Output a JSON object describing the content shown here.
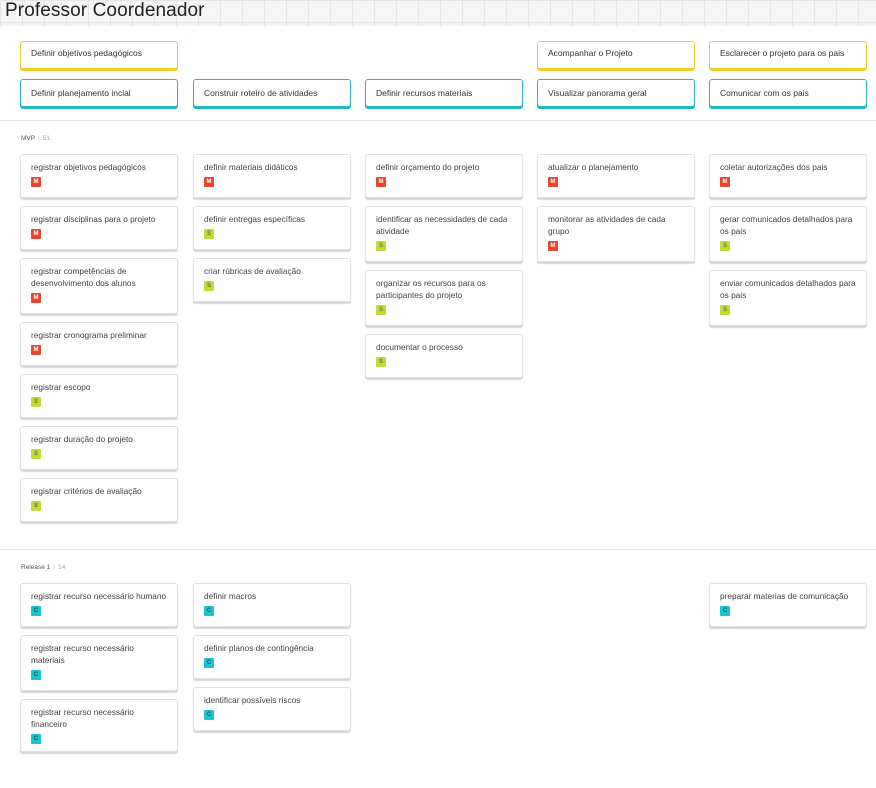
{
  "board": {
    "title": "Professor Coordenador"
  },
  "colors": {
    "activity_border": "#f0cf2c",
    "task_border": "#22b8c2",
    "badge_M": "#e8452b",
    "badge_S": "#c3d93b",
    "badge_C": "#1bc3cf"
  },
  "activities": [
    "Definir objetivos pedagógicos",
    "Acompanhar o Projeto",
    "Esclarecer o projeto para os pais"
  ],
  "tasks": [
    "Definir planejamento incial",
    "Construir roteiro de atividades",
    "Definir recursos materiais",
    "Visualizar panorama geral",
    "Comunicar com os pais"
  ],
  "releases": [
    {
      "name": "MVP",
      "count": "51",
      "stories": [
        {
          "text": "registrar objetivos pedagógicos",
          "badge": "M"
        },
        {
          "text": "registrar disciplinas para o projeto",
          "badge": "M"
        },
        {
          "text": "registrar competências de desenvolvimento dos alunos",
          "badge": "M"
        },
        {
          "text": "registrar cronograma preliminar",
          "badge": "M"
        },
        {
          "text": "registrar escopo",
          "badge": "S"
        },
        {
          "text": "registrar duração do projeto",
          "badge": "S"
        },
        {
          "text": "registrar critérios de avaliação",
          "badge": "S"
        },
        {
          "text": "definir materiais didáticos",
          "badge": "M"
        },
        {
          "text": "definir entregas específicas",
          "badge": "S"
        },
        {
          "text": "criar rúbricas de avaliação",
          "badge": "S"
        },
        {
          "text": "definir orçamento do projeto",
          "badge": "M"
        },
        {
          "text": "identificar as necessidades de cada atividade",
          "badge": "S"
        },
        {
          "text": "organizar os recursos para os participantes do projeto",
          "badge": "S"
        },
        {
          "text": "documentar o processo",
          "badge": "S"
        },
        {
          "text": "atualizar o planejamento",
          "badge": "M"
        },
        {
          "text": "monitorar as atividades de cada grupo",
          "badge": "M"
        },
        {
          "text": "coletar autorizações dos pais",
          "badge": "M"
        },
        {
          "text": "gerar comunicados detalhados para os pais",
          "badge": "S"
        },
        {
          "text": "enviar comunicados detalhados para os pais",
          "badge": "S"
        }
      ]
    },
    {
      "name": "Release 1",
      "count": "14",
      "stories": [
        {
          "text": "registrar recurso necessário humano",
          "badge": "C"
        },
        {
          "text": "registrar recurso necessário materiais",
          "badge": "C"
        },
        {
          "text": "registrar recurso necessário financeiro",
          "badge": "C"
        },
        {
          "text": "definir macros",
          "badge": "C"
        },
        {
          "text": "definir planos de contingência",
          "badge": "C"
        },
        {
          "text": "identificar possíveis riscos",
          "badge": "C"
        },
        {
          "text": "preparar materias de comunicação",
          "badge": "C"
        }
      ]
    }
  ]
}
